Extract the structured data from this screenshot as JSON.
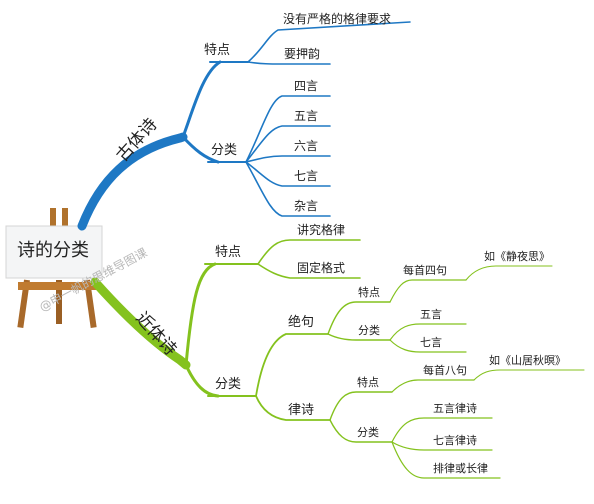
{
  "colors": {
    "ancient": "#1e78c4",
    "modern": "#84c21e",
    "canvas": "#f4f5f6",
    "wood": "#b0722c"
  },
  "center": {
    "title": "诗的分类"
  },
  "watermark": "@申一帆的思维导图课",
  "ancient": {
    "title": "古体诗",
    "features": {
      "label": "特点",
      "items": [
        "没有严格的格律要求",
        "要押韵"
      ]
    },
    "types": {
      "label": "分类",
      "items": [
        "四言",
        "五言",
        "六言",
        "七言",
        "杂言"
      ]
    }
  },
  "modern": {
    "title": "近体诗",
    "features": {
      "label": "特点",
      "items": [
        "讲究格律",
        "固定格式"
      ]
    },
    "types": {
      "label": "分类",
      "jueju": {
        "label": "绝句",
        "features": {
          "label": "特点",
          "rule": "每首四句",
          "example": "如《静夜思》"
        },
        "types": {
          "label": "分类",
          "items": [
            "五言",
            "七言"
          ]
        }
      },
      "lvshi": {
        "label": "律诗",
        "features": {
          "label": "特点",
          "rule": "每首八句",
          "example": "如《山居秋暝》"
        },
        "types": {
          "label": "分类",
          "items": [
            "五言律诗",
            "七言律诗",
            "排律或长律"
          ]
        }
      }
    }
  }
}
